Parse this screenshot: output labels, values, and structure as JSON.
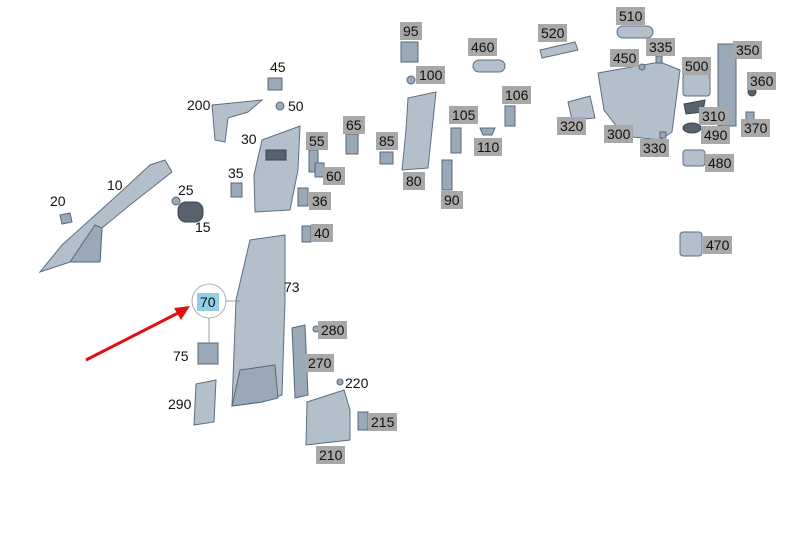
{
  "colors": {
    "part_fill": "#b3c0cc",
    "part_stroke": "#5d6f80",
    "label_box": "#a8a8a8",
    "highlight": "#8fd0e6",
    "arrow": "#e01010"
  },
  "highlighted_part": "70",
  "labels": [
    {
      "id": "10",
      "text": "10",
      "boxed": false
    },
    {
      "id": "15",
      "text": "15",
      "boxed": false
    },
    {
      "id": "20",
      "text": "20",
      "boxed": false
    },
    {
      "id": "25",
      "text": "25",
      "boxed": false
    },
    {
      "id": "30",
      "text": "30",
      "boxed": false
    },
    {
      "id": "35",
      "text": "35",
      "boxed": false
    },
    {
      "id": "36",
      "text": "36",
      "boxed": true
    },
    {
      "id": "40",
      "text": "40",
      "boxed": true
    },
    {
      "id": "45",
      "text": "45",
      "boxed": false
    },
    {
      "id": "50",
      "text": "50",
      "boxed": false
    },
    {
      "id": "55",
      "text": "55",
      "boxed": true
    },
    {
      "id": "60",
      "text": "60",
      "boxed": true
    },
    {
      "id": "65",
      "text": "65",
      "boxed": true
    },
    {
      "id": "70",
      "text": "70",
      "boxed": false
    },
    {
      "id": "73",
      "text": "73",
      "boxed": false
    },
    {
      "id": "75",
      "text": "75",
      "boxed": false
    },
    {
      "id": "80",
      "text": "80",
      "boxed": true
    },
    {
      "id": "85",
      "text": "85",
      "boxed": true
    },
    {
      "id": "90",
      "text": "90",
      "boxed": true
    },
    {
      "id": "95",
      "text": "95",
      "boxed": true
    },
    {
      "id": "100",
      "text": "100",
      "boxed": true
    },
    {
      "id": "105",
      "text": "105",
      "boxed": true
    },
    {
      "id": "106",
      "text": "106",
      "boxed": true
    },
    {
      "id": "110",
      "text": "110",
      "boxed": true
    },
    {
      "id": "200",
      "text": "200",
      "boxed": false
    },
    {
      "id": "210",
      "text": "210",
      "boxed": true
    },
    {
      "id": "215",
      "text": "215",
      "boxed": true
    },
    {
      "id": "220",
      "text": "220",
      "boxed": false
    },
    {
      "id": "270",
      "text": "270",
      "boxed": true
    },
    {
      "id": "280",
      "text": "280",
      "boxed": true
    },
    {
      "id": "290",
      "text": "290",
      "boxed": false
    },
    {
      "id": "300",
      "text": "300",
      "boxed": true
    },
    {
      "id": "310",
      "text": "310",
      "boxed": true
    },
    {
      "id": "320",
      "text": "320",
      "boxed": true
    },
    {
      "id": "330",
      "text": "330",
      "boxed": true
    },
    {
      "id": "335",
      "text": "335",
      "boxed": true
    },
    {
      "id": "350",
      "text": "350",
      "boxed": true
    },
    {
      "id": "360",
      "text": "360",
      "boxed": true
    },
    {
      "id": "370",
      "text": "370",
      "boxed": true
    },
    {
      "id": "450",
      "text": "450",
      "boxed": true
    },
    {
      "id": "460",
      "text": "460",
      "boxed": true
    },
    {
      "id": "470",
      "text": "470",
      "boxed": true
    },
    {
      "id": "480",
      "text": "480",
      "boxed": true
    },
    {
      "id": "490",
      "text": "490",
      "boxed": true
    },
    {
      "id": "500",
      "text": "500",
      "boxed": true
    },
    {
      "id": "510",
      "text": "510",
      "boxed": true
    },
    {
      "id": "520",
      "text": "520",
      "boxed": true
    }
  ]
}
